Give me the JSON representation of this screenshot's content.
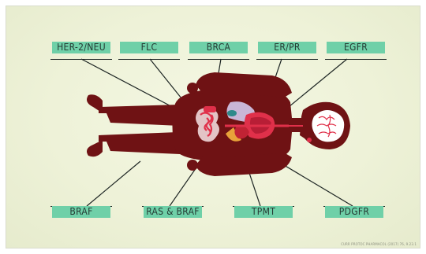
{
  "top_labels": [
    "HER-2/NEU",
    "FLC",
    "BRCA",
    "ER/PR",
    "EGFR"
  ],
  "bottom_labels": [
    "BRAF",
    "RAS & BRAF",
    "TPMT",
    "PDGFR"
  ],
  "citation": "CURR PROTOC PHARMACOL (2017) 76, 9.23.1",
  "colors": {
    "label_bg": "#6fd0a8",
    "line": "#1e2624",
    "body": "#6f1214",
    "organ": "#e0304a",
    "brain": "#ffffff"
  }
}
